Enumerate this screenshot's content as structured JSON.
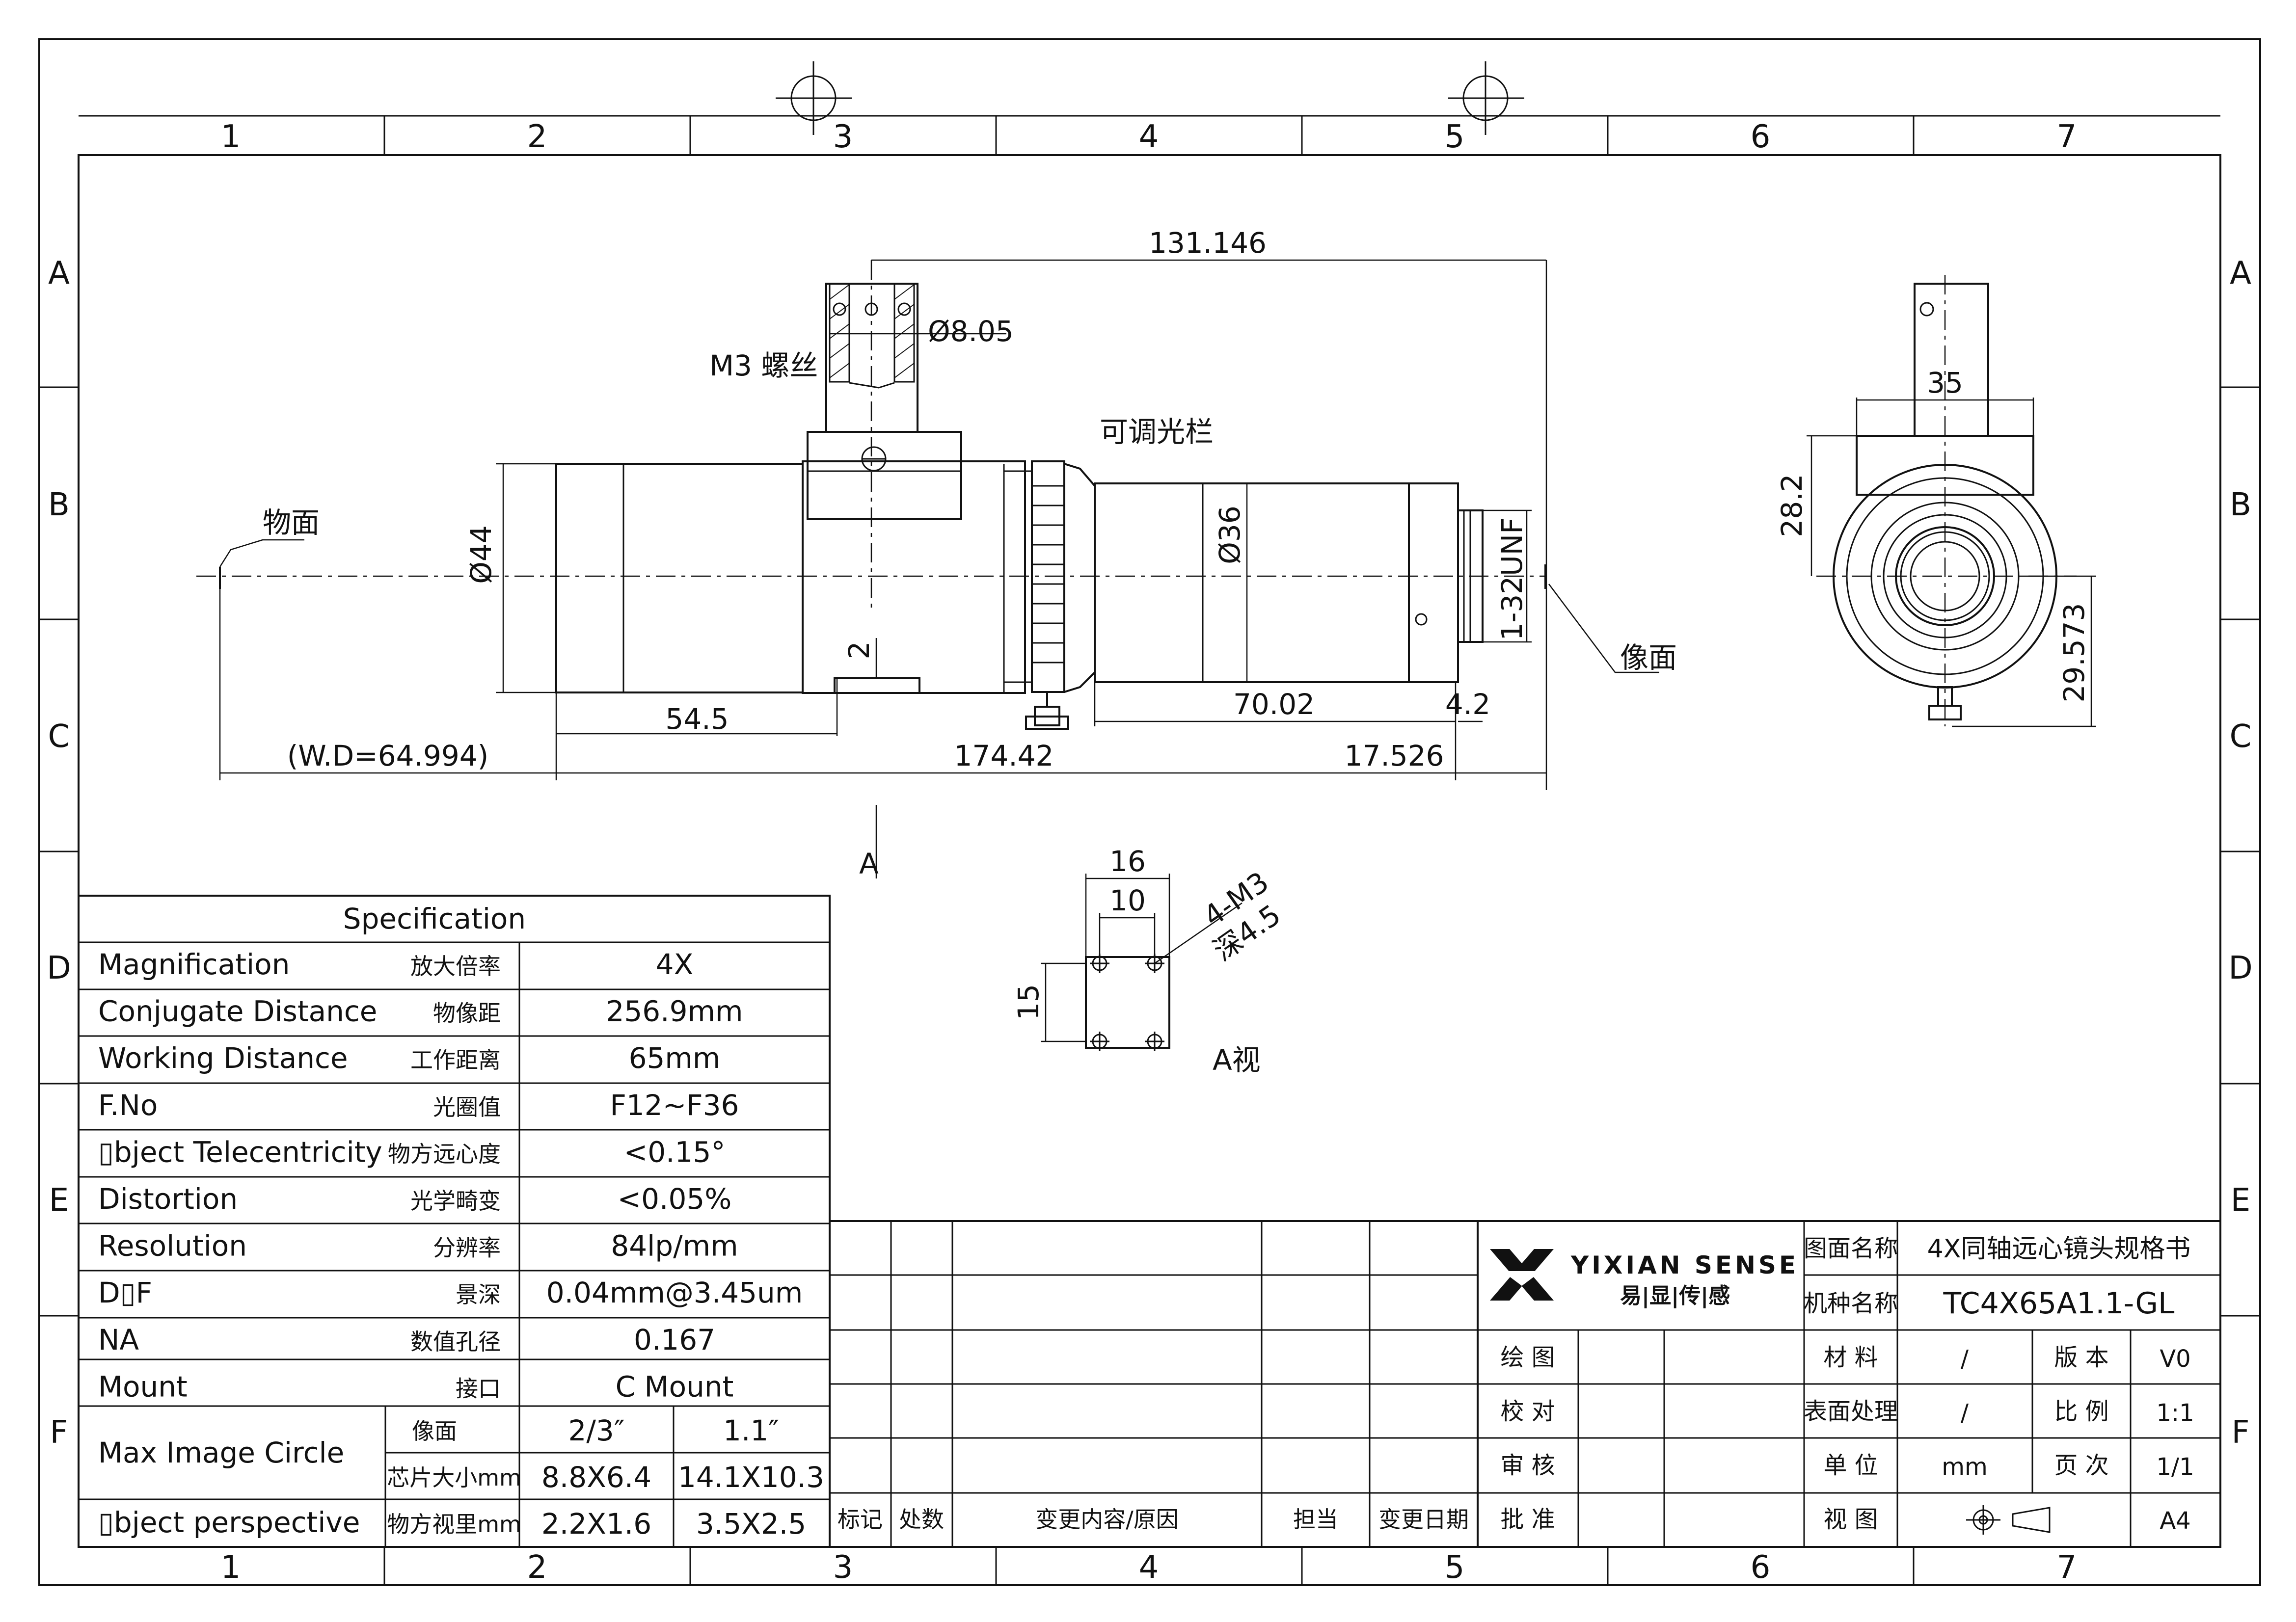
{
  "frame": {
    "col_labels": [
      "1",
      "2",
      "3",
      "4",
      "5",
      "6",
      "7"
    ],
    "row_labels": [
      "A",
      "B",
      "C",
      "D",
      "E",
      "F"
    ]
  },
  "drawing": {
    "dims": {
      "total_top": "131.146",
      "hole_dia": "Ø8.05",
      "m3_thread": "M3 螺丝",
      "iris": "可调光栏",
      "object_plane": "物面",
      "image_plane": "像面",
      "front_dia": "Ø44",
      "rear_dia": "Ø36",
      "mount_thread": "1-32UNF",
      "groove": "2",
      "front_len": "54.5",
      "rear_len": "70.02",
      "flange": "4.2",
      "wd": "(W.D=64.994)",
      "total_len": "174.42",
      "back_focus": "17.526",
      "view_arrow": "A",
      "side_width": "35",
      "side_height": "28.2",
      "side_axis": "29.573",
      "a_width_outer": "16",
      "a_width_inner": "10",
      "a_height": "15",
      "a_holes_1": "4-M3",
      "a_holes_2": "深4.5",
      "a_view": "A视"
    }
  },
  "spec": {
    "title": "Specification",
    "rows": [
      {
        "en": "Magnification",
        "cn": "放大倍率",
        "val": "4X"
      },
      {
        "en": "Conjugate Distance",
        "cn": "物像距",
        "val": "256.9mm"
      },
      {
        "en": "Working Distance",
        "cn": "工作距离",
        "val": "65mm"
      },
      {
        "en": "F.No",
        "cn": "光圈值",
        "val": "F12~F36"
      },
      {
        "en": "▯bject Telecentricity",
        "cn": "物方远心度",
        "val": "<0.15°"
      },
      {
        "en": "Distortion",
        "cn": "光学畸变",
        "val": "<0.05%"
      },
      {
        "en": "Resolution",
        "cn": "分辨率",
        "val": "84lp/mm"
      },
      {
        "en": "D▯F",
        "cn": "景深",
        "val": "0.04mm@3.45um"
      },
      {
        "en": "NA",
        "cn": "数值孔径",
        "val": "0.167"
      },
      {
        "en": "Mount",
        "cn": "接口",
        "val": "C Mount"
      }
    ],
    "image_circle": {
      "label": "Max Image Circle",
      "row1": {
        "cn": "像面",
        "a": "2/3″",
        "b": "1.1″"
      },
      "row2": {
        "cn": "芯片大小mm",
        "a": "8.8X6.4",
        "b": "14.1X10.3"
      }
    },
    "perspective": {
      "en": "▯bject perspective",
      "cn": "物方视里mm",
      "a": "2.2X1.6",
      "b": "3.5X2.5"
    }
  },
  "title_block": {
    "rev_headers": [
      "标记",
      "处数",
      "变更内容/原因",
      "担当",
      "变更日期"
    ],
    "logo_en": "YIXIAN SENSE",
    "logo_cn": "易|显|传|感",
    "sign_labels": [
      "绘  图",
      "校  对",
      "审  核",
      "批  准"
    ],
    "name_label": "图面名称",
    "name_value": "4X同轴远心镜头规格书",
    "model_label": "机种名称",
    "model_value": "TC4X65A1.1-GL",
    "material_label": "材  料",
    "material_value": "/",
    "version_label": "版  本",
    "version_value": "V0",
    "surface_label": "表面处理",
    "surface_value": "/",
    "scale_label": "比  例",
    "scale_value": "1:1",
    "unit_label": "单  位",
    "unit_value": "mm",
    "page_label": "页  次",
    "page_value": "1/1",
    "view_label": "视  图",
    "size_value": "A4"
  }
}
